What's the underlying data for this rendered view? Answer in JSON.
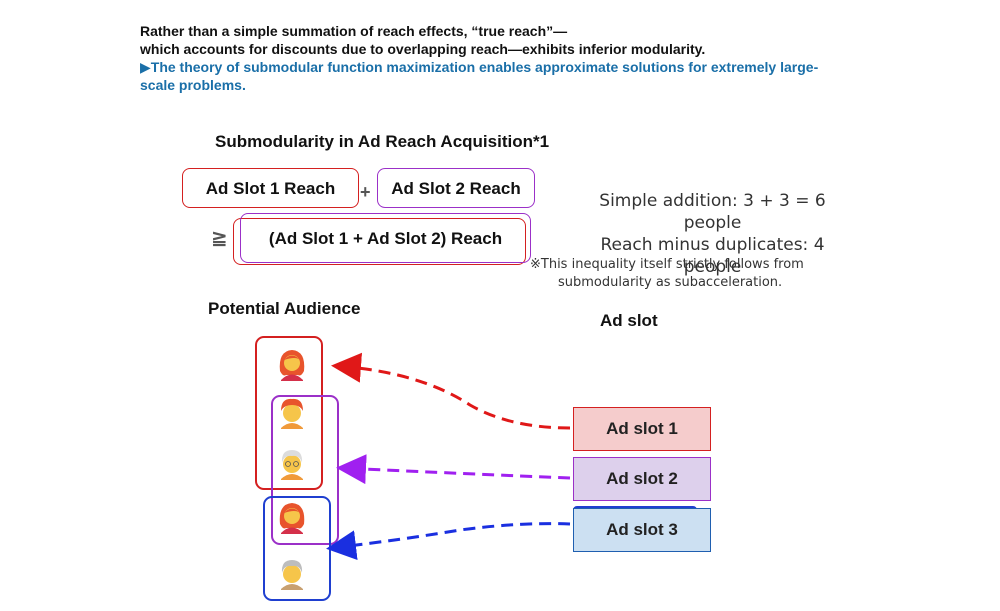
{
  "intro": {
    "line1": "Rather than a simple summation of reach effects, “true reach”—",
    "line2": "which accounts for discounts due to overlapping reach—exhibits inferior modularity.",
    "line3": "▶The theory of submodular function maximization enables approximate solutions for extremely large-scale problems."
  },
  "diagram_title": "Submodularity in Ad Reach Acquisition*1",
  "formula": {
    "slot1_reach": "Ad Slot 1 Reach",
    "plus": "+",
    "slot2_reach": "Ad Slot 2 Reach",
    "geq": "≧",
    "combined_reach": "(Ad Slot 1 + Ad Slot 2) Reach"
  },
  "explanation": {
    "simple_addition": "Simple addition: 3 + 3 = 6 people",
    "minus_duplicates": "Reach minus duplicates: 4 people"
  },
  "footnote": {
    "line1": "※This inequality itself strictly follows from",
    "line2": "submodularity as subacceleration."
  },
  "audience_heading": "Potential Audience",
  "adslot_heading": "Ad slot",
  "slots": [
    {
      "label": "Ad slot 1",
      "color": "#f5cccc",
      "border": "#d42020"
    },
    {
      "label": "Ad slot 2",
      "color": "#ddd0ec",
      "border": "#9b30c8"
    },
    {
      "label": "Ad slot 3",
      "color": "#cce0f2",
      "border": "#1f5fb0"
    }
  ],
  "people": [
    {
      "icon": "woman-red-hair-icon"
    },
    {
      "icon": "person-red-hair-icon"
    },
    {
      "icon": "elderly-person-icon"
    },
    {
      "icon": "woman-red-hair-icon"
    },
    {
      "icon": "elderly-person-icon"
    }
  ],
  "colors": {
    "red": "#d42020",
    "purple": "#9b30c8",
    "blue": "#1f3fd0",
    "link_blue": "#1a6fa8"
  }
}
